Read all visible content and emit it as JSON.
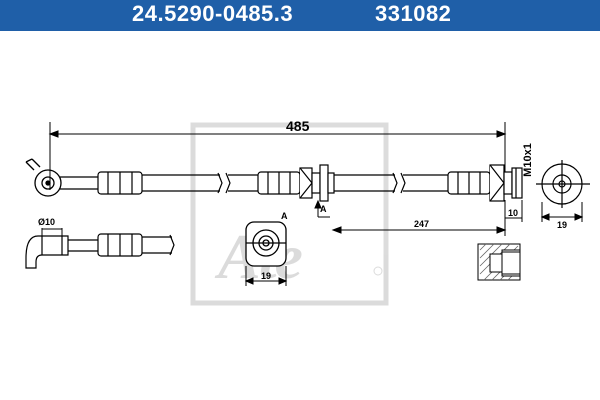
{
  "header": {
    "part_number": "24.5290-0485.3",
    "ref_number": "331082",
    "background": "#1f5fa8"
  },
  "dimensions": {
    "overall_length": "485",
    "thread": "M10x1",
    "fitting_length": "10",
    "fitting_width": "19",
    "bracket_distance": "247",
    "bracket_width": "19",
    "pipe_diameter": "Ø10",
    "section_label": "A"
  },
  "watermark": {
    "brand": "Ate"
  }
}
